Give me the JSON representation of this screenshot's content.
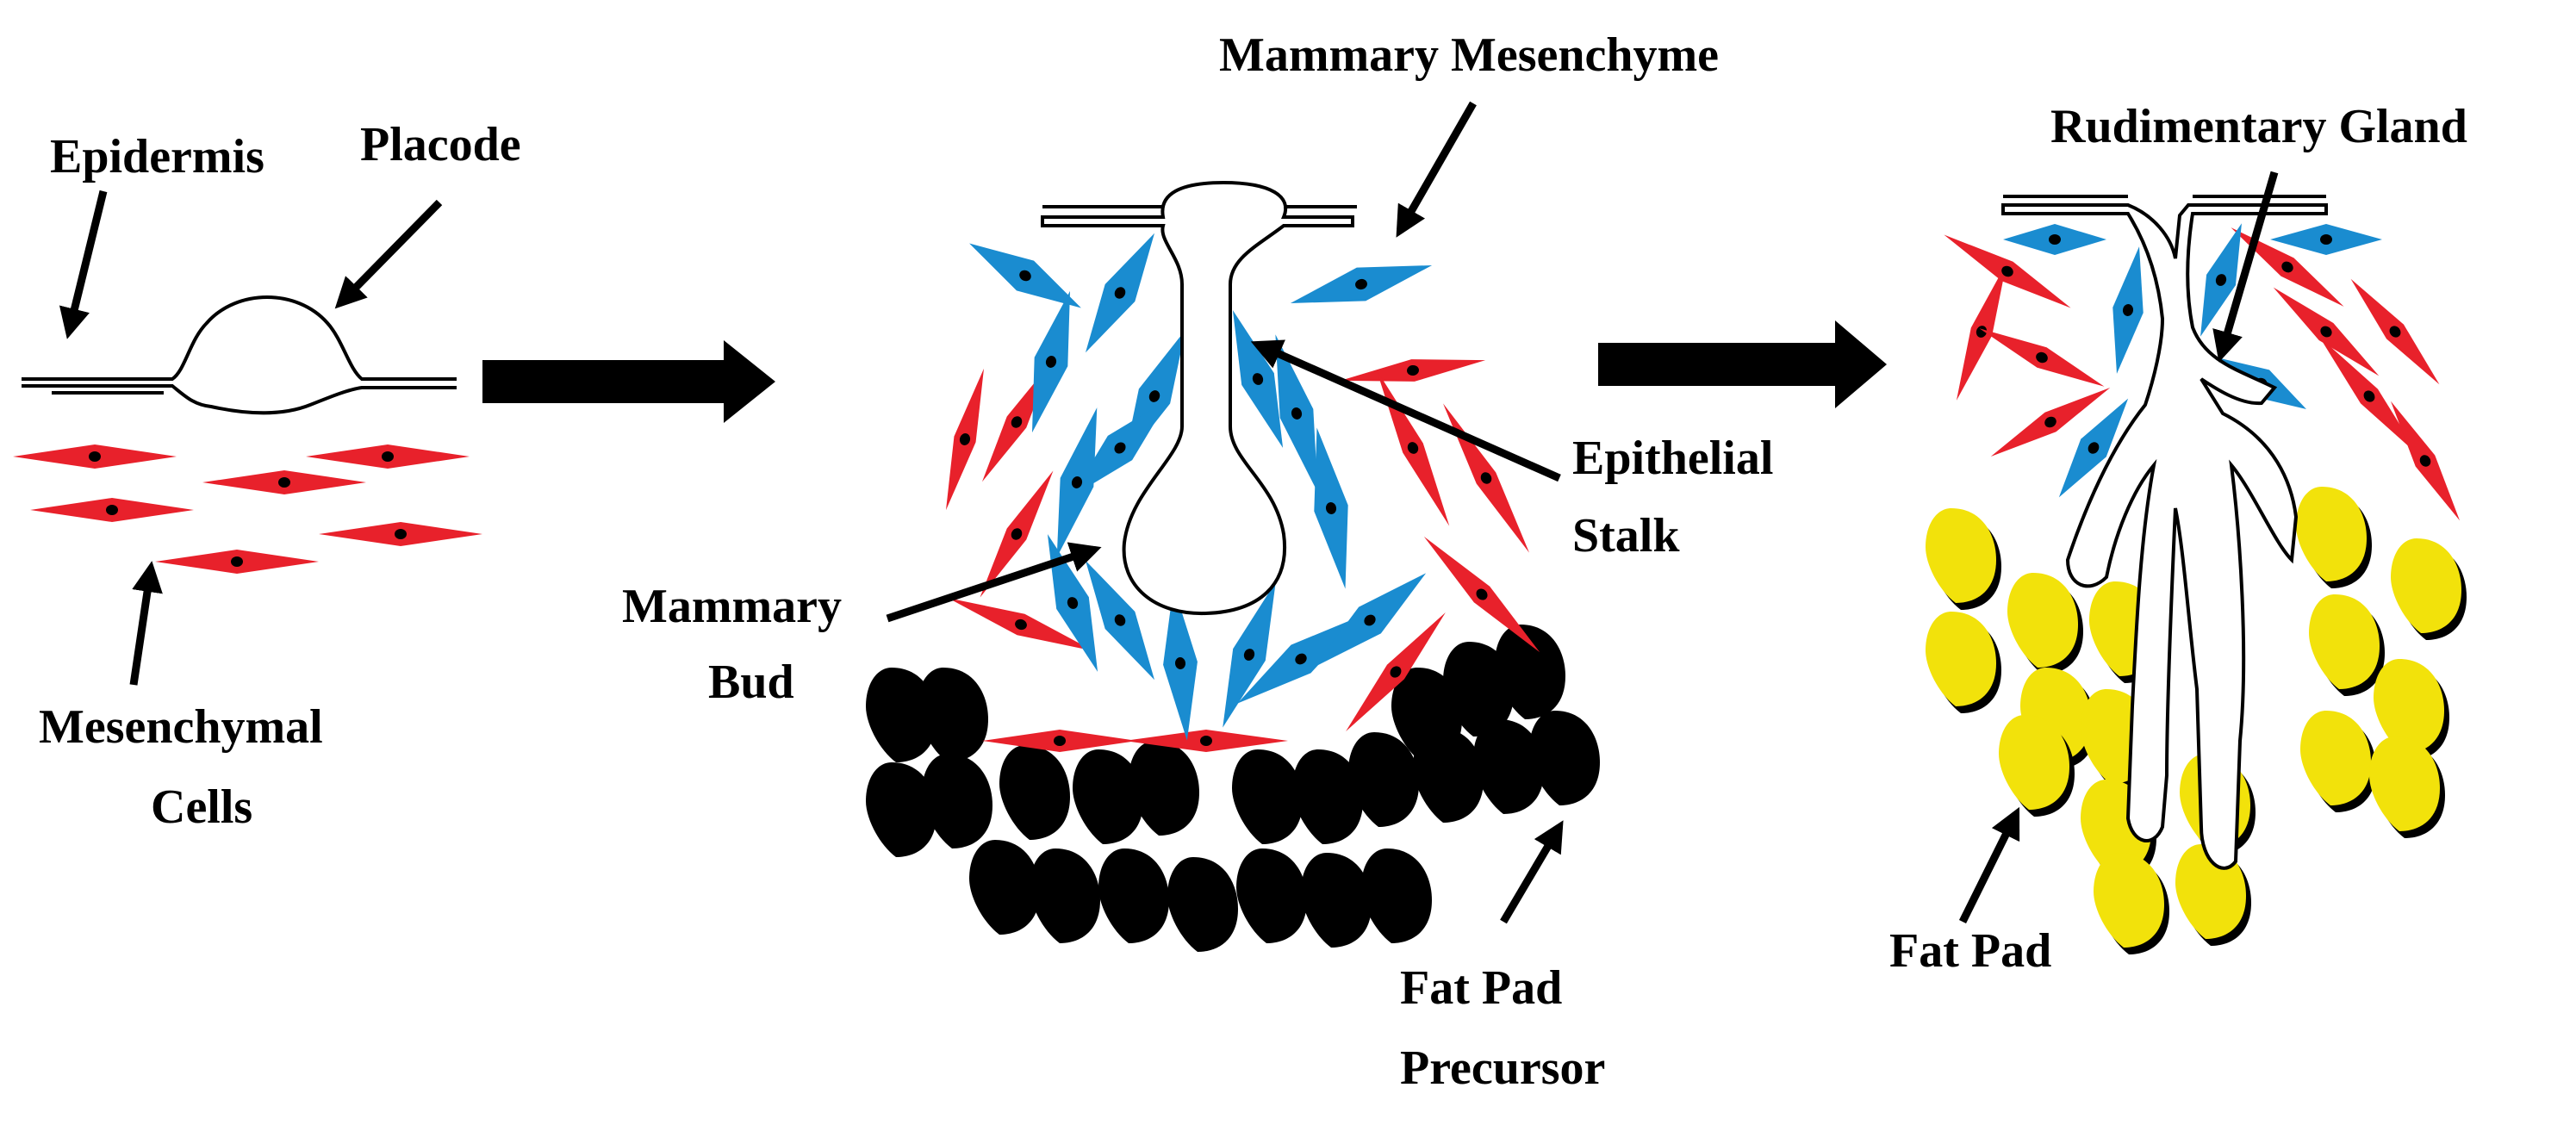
{
  "labels": {
    "epidermis": "Epidermis",
    "placode": "Placode",
    "mesenchymal_cells": [
      "Mesenchymal",
      "Cells"
    ],
    "mammary_mesenchyme": "Mammary Mesenchyme",
    "epithelial_stalk": [
      "Epithelial",
      "Stalk"
    ],
    "mammary_bud": [
      "Mammary",
      "Bud"
    ],
    "fat_pad_precursor": [
      "Fat Pad",
      "Precursor"
    ],
    "rudimentary_gland": "Rudimentary Gland",
    "fat_pad": "Fat Pad"
  },
  "colors": {
    "mesenchymal_cell": "#e8212b",
    "mammary_mesenchyme_cell": "#1a8cd0",
    "fat_pad_precursor_cell": "#000000",
    "fat_pad_cell": "#f2e20b",
    "outline": "#000000"
  }
}
